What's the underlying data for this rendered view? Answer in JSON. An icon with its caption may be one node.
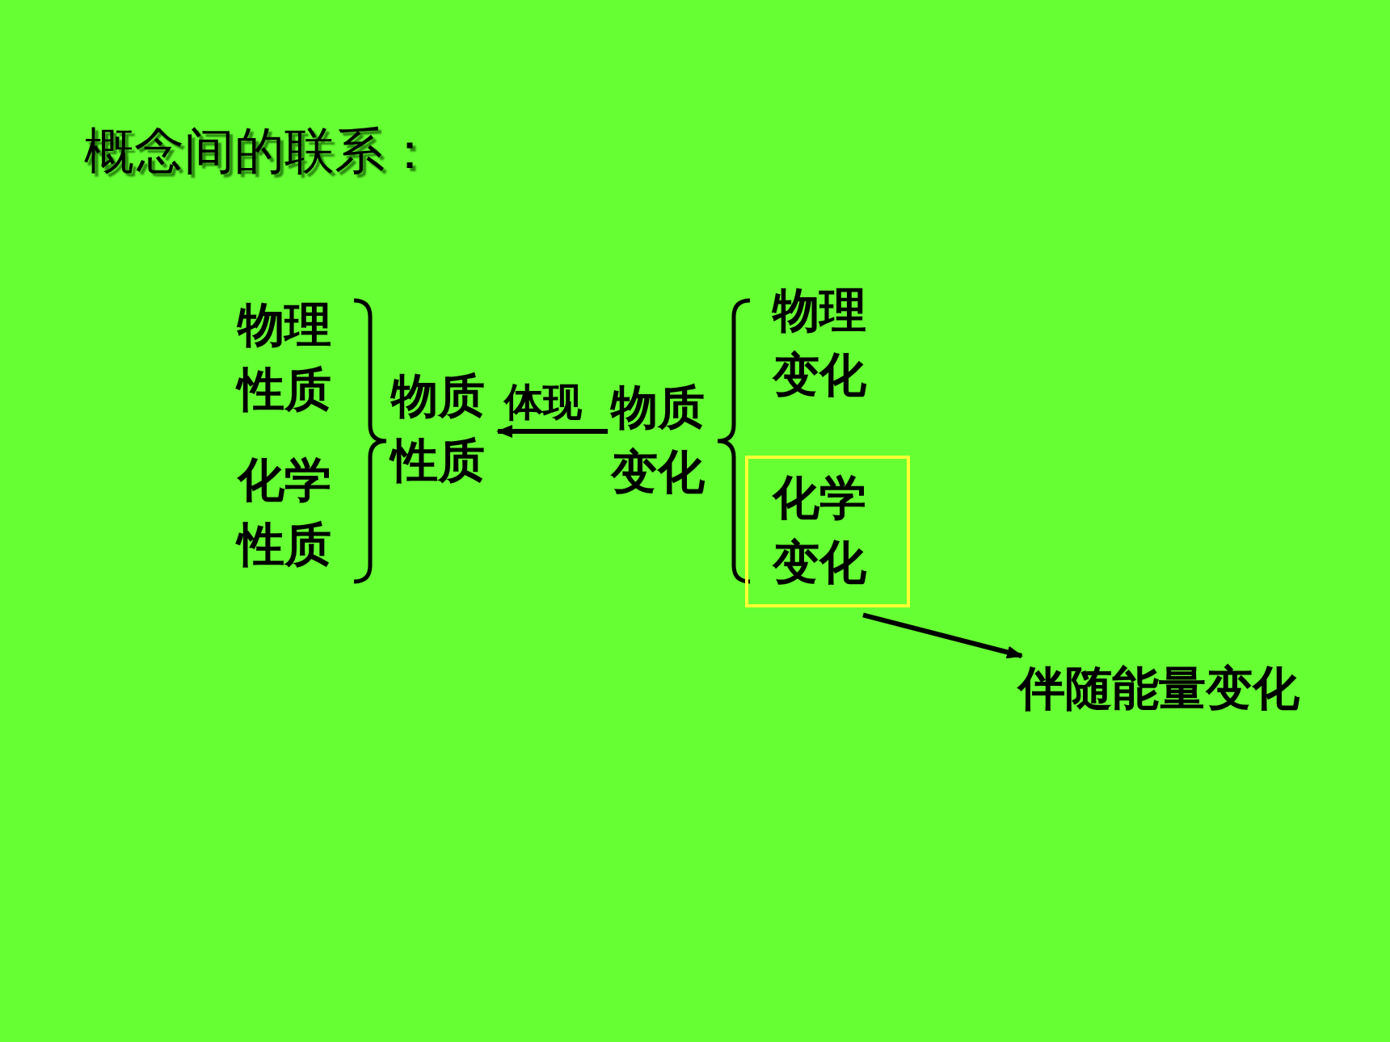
{
  "diagram": {
    "title": "概念间的联系：",
    "nodes": [
      {
        "text": [
          "物理性质"
        ]
      },
      {
        "text": [
          "化学性质"
        ]
      },
      {
        "text": [
          "物质性质"
        ]
      },
      {
        "text": [
          "物质变化"
        ]
      },
      {
        "text": [
          "物理变化"
        ]
      },
      {
        "text": [
          "化学变化"
        ]
      },
      {
        "text": [
          "伴随能量变化"
        ]
      }
    ],
    "edges": [
      {
        "from": 3,
        "to": 2,
        "arrow": "to",
        "label": "体现"
      },
      {
        "from": 5,
        "to": 6,
        "arrow": "to"
      }
    ]
  }
}
